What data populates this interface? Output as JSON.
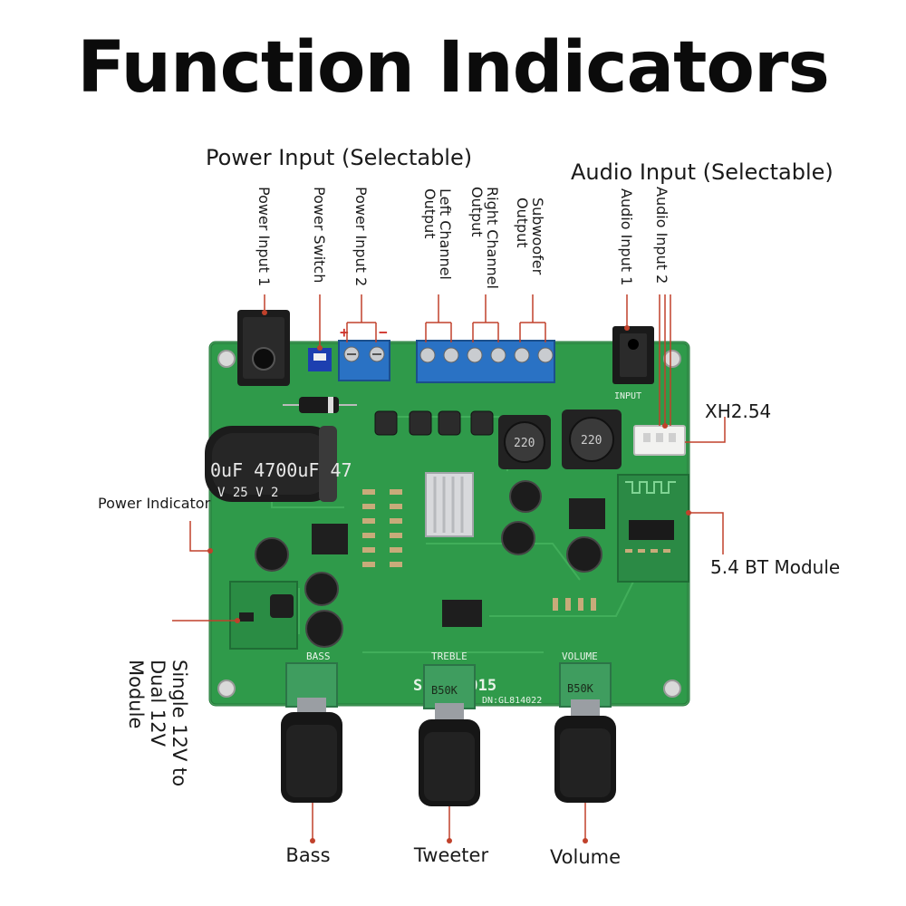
{
  "title": "Function Indicators",
  "headers": {
    "power_input": "Power Input (Selectable)",
    "audio_input": "Audio Input (Selectable)"
  },
  "labels": {
    "power_input_1": "Power Input 1",
    "power_switch": "Power Switch",
    "power_input_2": "Power Input 2",
    "left_channel_output": "Left Channel Output",
    "right_channel_output": "Right Channel Output",
    "subwoofer_output": "Subwoofer Output",
    "audio_input_1": "Audio Input 1",
    "audio_input_2": "Audio Input 2",
    "xh254": "XH2.54",
    "power_indicator": "Power Indicator",
    "bt_module": "5.4 BT Module",
    "dual_module": "Single 12V to Dual 12V Module",
    "bass": "Bass",
    "tweeter": "Tweeter",
    "volume": "Volume"
  },
  "board": {
    "model": "SFT-D3015",
    "dn": "DN:GL814022",
    "capacitor": "0uF 4700uF 47",
    "capacitor_voltage": "V    25 V    2",
    "pot_value": "B50K",
    "silk_bass": "BASS",
    "silk_treble": "TREBLE",
    "silk_volume": "VOLUME",
    "silk_input": "INPUT",
    "inductor_value": "220",
    "polarity_plus": "+",
    "polarity_minus": "−"
  },
  "colors": {
    "pcb": "#2f9a4a",
    "pcb_dark": "#237a39",
    "callout_line": "#c0412b",
    "terminal": "#2a72c4",
    "knob": "#161616"
  }
}
